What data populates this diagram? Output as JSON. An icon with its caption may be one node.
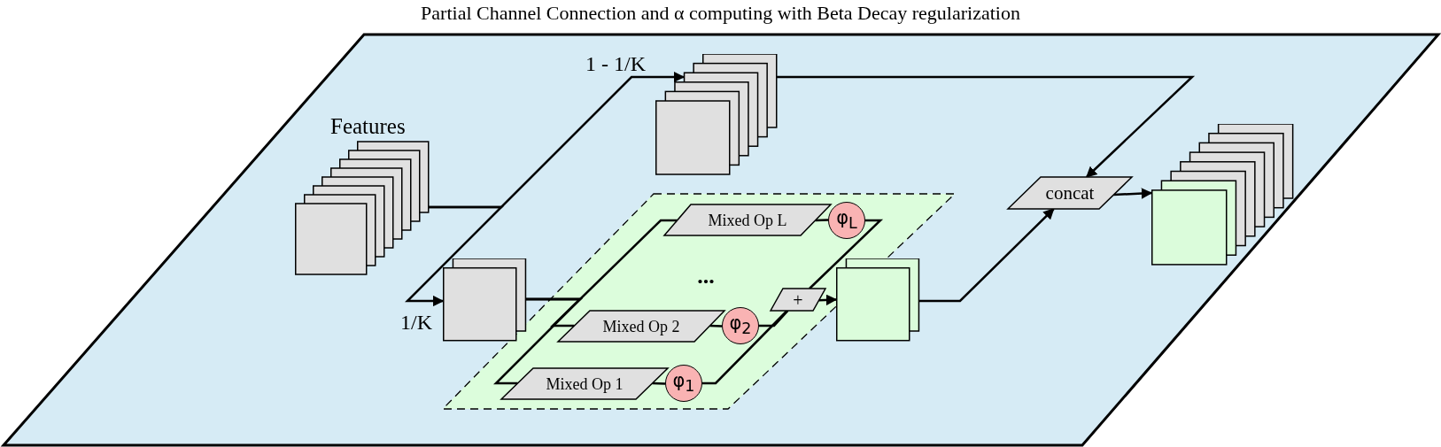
{
  "diagram": {
    "title": "Partial Channel Connection and α computing with Beta Decay regularization",
    "nodes": [
      {
        "text": [],
        "shape": "parallelogram"
      },
      {
        "text": [
          "Features"
        ],
        "in": 0
      },
      {
        "text": [],
        "shape": "stack",
        "in": 0
      },
      {
        "text": [],
        "shape": "stack",
        "in": 0
      },
      {
        "text": [],
        "shape": "parallelogram",
        "in": 0
      },
      {
        "text": [
          "Mixed Op L"
        ],
        "in": 4
      },
      {
        "text": [
          "φ$_{L}$"
        ],
        "in": 4
      },
      {
        "text": [
          "Mixed Op 2"
        ],
        "in": 4
      },
      {
        "text": [
          "φ$_{2}$"
        ],
        "in": 4
      },
      {
        "text": [
          "Mixed Op 1"
        ],
        "in": 4
      },
      {
        "text": [
          "φ$_{1}$"
        ],
        "in": 4
      },
      {
        "text": [
          "+"
        ],
        "in": 4
      },
      {
        "text": [],
        "shape": "stack",
        "in": 0
      },
      {
        "text": [
          "concat"
        ],
        "in": 0
      },
      {
        "text": [],
        "shape": "stack",
        "in": 0
      }
    ],
    "edges": [
      {
        "from": 1,
        "to": 2,
        "arrow": "to",
        "label": "1 - 1/K"
      },
      {
        "from": 1,
        "to": 3,
        "arrow": "to",
        "label": "1/K"
      },
      {
        "from": 3,
        "to": 5,
        "arrow": "none"
      },
      {
        "from": 3,
        "to": 7,
        "arrow": "none"
      },
      {
        "from": 3,
        "to": 9,
        "arrow": "none"
      },
      {
        "from": 5,
        "to": 6,
        "arrow": "none"
      },
      {
        "from": 7,
        "to": 8,
        "arrow": "none"
      },
      {
        "from": 9,
        "to": 10,
        "arrow": "none"
      },
      {
        "from": 6,
        "to": 11,
        "arrow": "none"
      },
      {
        "from": 8,
        "to": 11,
        "arrow": "none"
      },
      {
        "from": 10,
        "to": 11,
        "arrow": "none"
      },
      {
        "from": 11,
        "to": 12,
        "arrow": "to"
      },
      {
        "from": 12,
        "to": 13,
        "arrow": "to"
      },
      {
        "from": 2,
        "to": 13,
        "arrow": "to"
      },
      {
        "from": 13,
        "to": 14,
        "arrow": "to"
      }
    ],
    "labels": [
      "..."
    ]
  }
}
